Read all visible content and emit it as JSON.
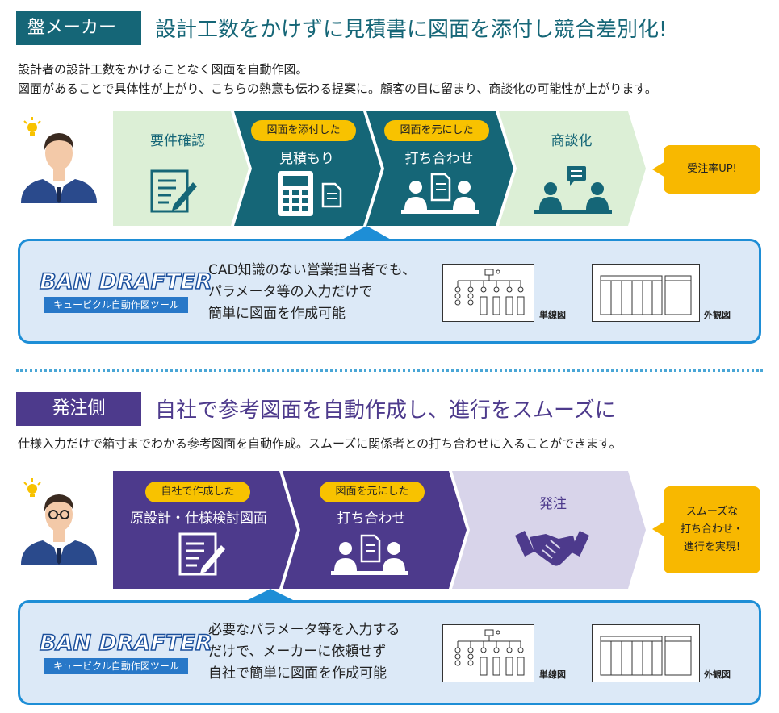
{
  "maker": {
    "tag": "盤メーカー",
    "heading": "設計工数をかけずに見積書に図面を添付し競合差別化!",
    "description": [
      "設計者の設計工数をかけることなく図面を自動作図。",
      "図面があることで具体性が上がり、こちらの熱意も伝わる提案に。顧客の目に留まり、商談化の可能性が上がります。"
    ],
    "steps": [
      {
        "label": "要件確認",
        "badge": "",
        "icon": "document-pen-icon"
      },
      {
        "label": "見積もり",
        "badge": "図面を添付した",
        "icon": "calculator-document-icon"
      },
      {
        "label": "打ち合わせ",
        "badge": "図面を元にした",
        "icon": "meeting-icon"
      },
      {
        "label": "商談化",
        "badge": "",
        "icon": "negotiation-chat-icon"
      }
    ],
    "result": "受注率UP!",
    "panel": {
      "logo_main": "BAN DRAFTER",
      "logo_sub": "キュービクル自動作図ツール",
      "text": [
        "CAD知識のない営業担当者でも、",
        "パラメータ等の入力だけで",
        "簡単に図面を作成可能"
      ],
      "drawing1_label": "単線図",
      "drawing2_label": "外観図"
    }
  },
  "orderer": {
    "tag": "発注側",
    "heading": "自社で参考図面を自動作成し、進行をスムーズに",
    "description": [
      "仕様入力だけで箱寸までわかる参考図面を自動作成。スムーズに関係者との打ち合わせに入ることができます。"
    ],
    "steps": [
      {
        "label": "原設計・仕様検討図面",
        "badge": "自社で作成した",
        "icon": "document-pen-icon"
      },
      {
        "label": "打ち合わせ",
        "badge": "図面を元にした",
        "icon": "meeting-icon"
      },
      {
        "label": "発注",
        "badge": "",
        "icon": "handshake-icon"
      }
    ],
    "result": [
      "スムーズな",
      "打ち合わせ・",
      "進行を実現!"
    ],
    "panel": {
      "logo_main": "BAN DRAFTER",
      "logo_sub": "キュービクル自動作図ツール",
      "text": [
        "必要なパラメータ等を入力する",
        "だけで、メーカーに依頼せず",
        "自社で簡単に図面を作成可能"
      ],
      "drawing1_label": "単線図",
      "drawing2_label": "外観図"
    }
  },
  "colors": {
    "maker_accent": "#156677",
    "maker_light": "#dcefd6",
    "orderer_accent": "#4d3a8c",
    "orderer_light": "#d8d4ea",
    "badge": "#f8c200",
    "panel_border": "#1e8ed6",
    "panel_bg": "#dce9f7"
  }
}
